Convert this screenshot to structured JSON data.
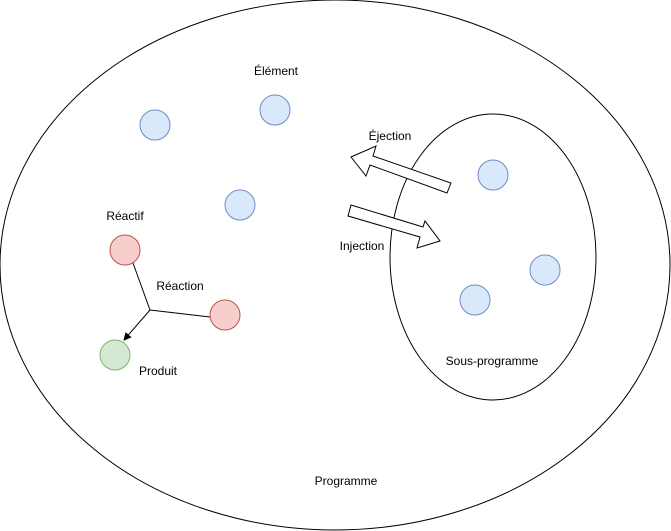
{
  "labels": {
    "program": "Programme",
    "subprogram": "Sous-programme",
    "element": "Élément",
    "ejection": "Éjection",
    "injection": "Injection",
    "reactant": "Réactif",
    "reaction": "Réaction",
    "product": "Produit"
  },
  "colors": {
    "stroke": "#000000",
    "element_fill": "#dae8fc",
    "element_stroke": "#6c8ebf",
    "reactant_fill": "#f8cecc",
    "reactant_stroke": "#b85450",
    "product_fill": "#d5e8d4",
    "product_stroke": "#82b366"
  }
}
